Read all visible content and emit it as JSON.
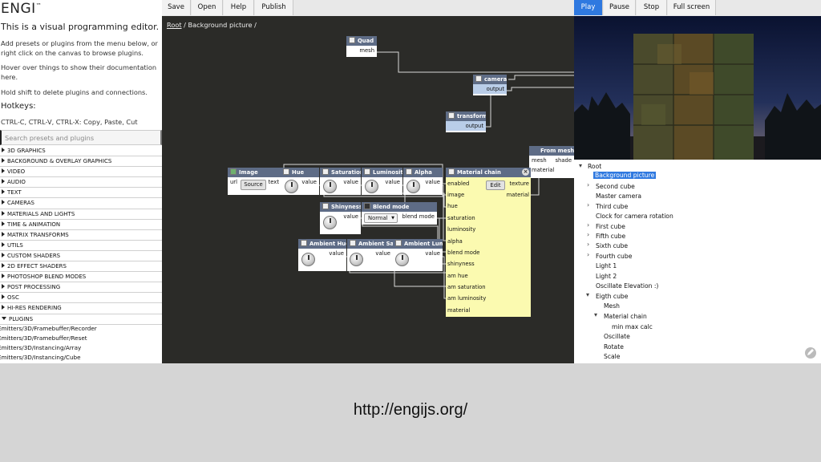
{
  "left": {
    "logo": "ENGI",
    "logo_tm": "™",
    "intro_title": "This is a visual programming editor.",
    "intro_1": "Add presets or plugins from the menu below, or right click on the canvas to browse plugins.",
    "intro_2": "Hover over things to show their documentation here.",
    "intro_3": "Hold shift to delete plugins and connections.",
    "hotkeys_title": "Hotkeys:",
    "hotkeys_text": "CTRL-C, CTRL-V, CTRL-X: Copy, Paste, Cut",
    "search_placeholder": "Search presets and plugins",
    "categories": [
      "3D GRAPHICS",
      "BACKGROUND & OVERLAY GRAPHICS",
      "VIDEO",
      "AUDIO",
      "TEXT",
      "CAMERAS",
      "MATERIALS AND LIGHTS",
      "TIME & ANIMATION",
      "MATRIX TRANSFORMS",
      "UTILS",
      "CUSTOM SHADERS",
      "2D EFFECT SHADERS",
      "PHOTOSHOP BLEND MODES",
      "POST PROCESSING",
      "OSC",
      "HI-RES RENDERING",
      "PLUGINS"
    ],
    "plugins": [
      "Emitters/3D/Framebuffer/Recorder",
      "Emitters/3D/Framebuffer/Reset",
      "Emitters/3D/Instancing/Array",
      "Emitters/3D/Instancing/Cube"
    ]
  },
  "toolbar": {
    "save": "Save",
    "open": "Open",
    "help": "Help",
    "publish": "Publish"
  },
  "breadcrumb": {
    "root": "Root",
    "sep": " / ",
    "current": "Background picture /"
  },
  "nodes": {
    "quad": {
      "title": "Quad",
      "out": "mesh"
    },
    "camera": {
      "title": "camera",
      "out": "output"
    },
    "transform": {
      "title": "transform",
      "out": "output"
    },
    "from_mesh": {
      "title": "From mesh",
      "in_mesh": "mesh",
      "out_shade": "shade",
      "in_material": "material"
    },
    "image": {
      "title": "Image",
      "in": "url",
      "button": "Source",
      "out": "text"
    },
    "hue": {
      "title": "Hue",
      "out": "value"
    },
    "saturation": {
      "title": "Saturation",
      "out": "value"
    },
    "luminosity": {
      "title": "Luminosity",
      "out": "value"
    },
    "alpha": {
      "title": "Alpha",
      "out": "value"
    },
    "shinyness": {
      "title": "Shinyness",
      "out": "value"
    },
    "blend_mode": {
      "title": "Blend mode",
      "select": "Normal",
      "out": "blend mode"
    },
    "ambient_hue": {
      "title": "Ambient Hue",
      "out": "value"
    },
    "ambient_sat": {
      "title": "Ambient Sat",
      "out": "value"
    },
    "ambient_lum": {
      "title": "Ambient Lum",
      "out": "value"
    },
    "material_chain": {
      "title": "Material chain",
      "button": "Edit",
      "out_texture": "texture",
      "out_material": "material",
      "inputs": [
        "enabled",
        "image",
        "hue",
        "saturation",
        "luminosity",
        "alpha",
        "blend mode",
        "shinyness",
        "am hue",
        "am saturation",
        "am luminosity",
        "material"
      ]
    }
  },
  "player": {
    "play": "Play",
    "pause": "Pause",
    "stop": "Stop",
    "fullscreen": "Full screen"
  },
  "tree": {
    "items": [
      "Root",
      "Background picture",
      "Second cube",
      "Master camera",
      "Third cube",
      "Clock for camera rotation",
      "First cube",
      "Fifth cube",
      "Sixth cube",
      "Fourth cube",
      "Light 1",
      "Light 2",
      "Oscillate Elevation :)",
      "Eigth cube",
      "Mesh",
      "Material chain",
      "min max calc",
      "Oscillate",
      "Rotate",
      "Scale"
    ]
  },
  "footer_url": "http://engijs.org/",
  "colors": {
    "accent": "#2f79e0",
    "node_header": "#5e6c86",
    "canvas": "#2b2b28",
    "material_body": "#fbfab0"
  }
}
